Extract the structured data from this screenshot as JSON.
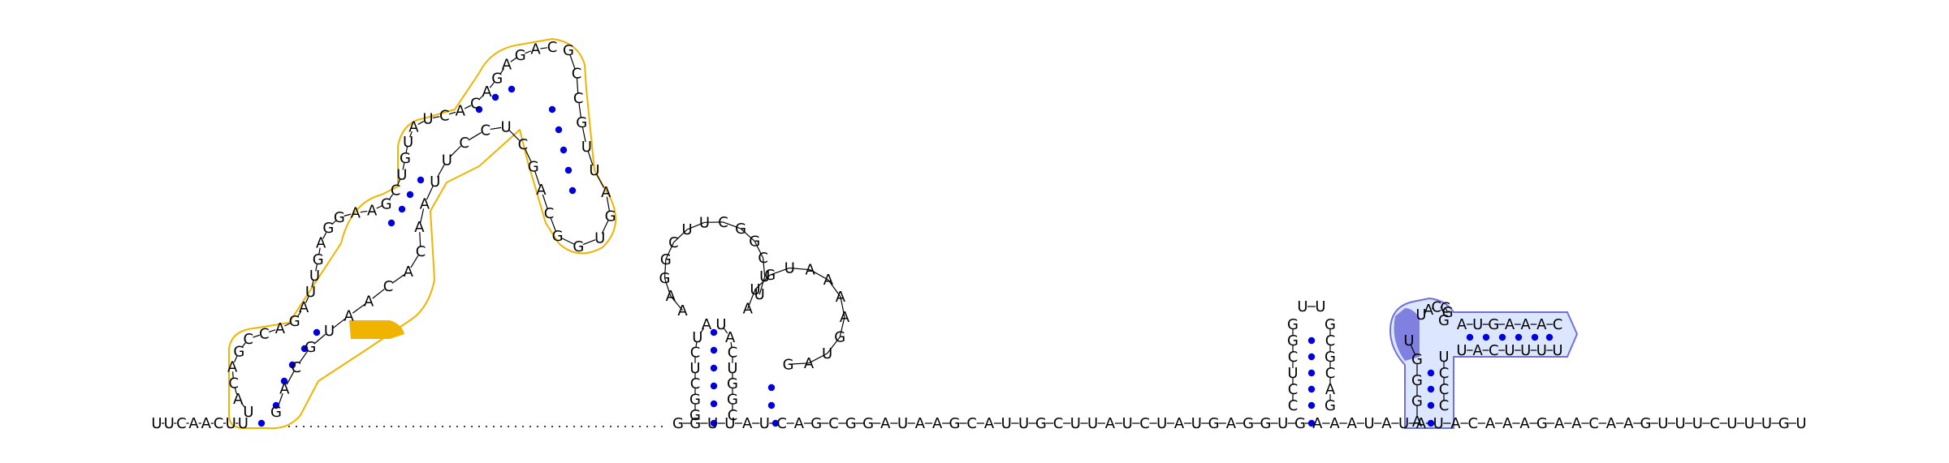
{
  "diagram": {
    "title": "",
    "colors": {
      "nucleotide": "#000000",
      "pair_dot": "#0000dd",
      "outline_orange": "#f0b400",
      "highlight_orange": "#f0b400",
      "outline_blue": "#7070dd",
      "fill_blue": "#dce6ff",
      "highlight_purple": "#8080e0",
      "backbone": "#000000"
    },
    "baseline_sequence": {
      "left_prefix": "UUCAACU",
      "left_tail_after_helix": "U",
      "middle_gap_dotted": true,
      "right_segment": "GGUUAUCAGCGGAUAAGCAUUGCUUAUCUAUGAGGUGAAAUAUAUACAAAGAACAAGUUUCUUUGU"
    },
    "domain_1_orange": {
      "left_strand_5p": "UACAGCCAGAUUGAGGAAGCUGUAUCACAGAGAC",
      "loop_top": "CACAGA",
      "right_strand_3p": "GCCGUUAGUGGCAGCUCCUUAACACAAUGCAG",
      "highlight_segment": "CUA"
    },
    "domain_2_black": {
      "stem_left": "GGCUCUA",
      "stem_right": "CGGUCAU",
      "loop_1": "AAGGCUUCGGCUU",
      "loop_2": "AUGUAAAAGUAG"
    },
    "domain_3_hairpin": {
      "left": "CCUCGG",
      "loop": "UU",
      "right": "GCGCAG"
    },
    "domain_4_blue": {
      "stem_left": "AGGGU",
      "stem_right": "CCCU",
      "upper_strand": "AUGAAAC",
      "lower_strand": "UACUUUU",
      "loop": "UACCGG",
      "highlight_segment": "GGU"
    }
  }
}
